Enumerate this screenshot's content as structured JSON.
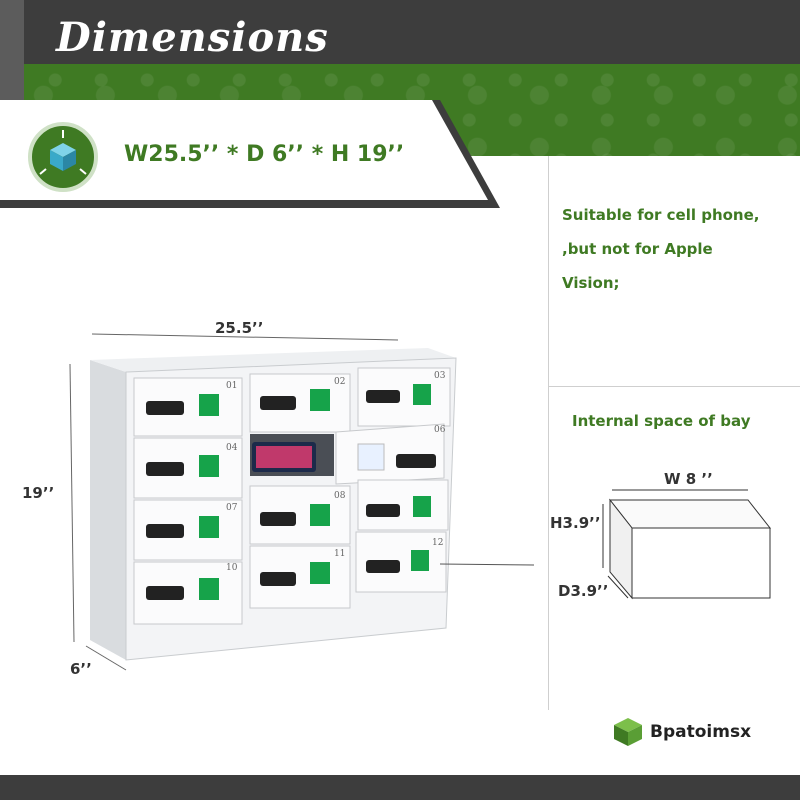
{
  "header": {
    "title": "Dimensions"
  },
  "dimensions_banner": {
    "text": "W25.5’’ * D 6’’ * H 19’’"
  },
  "note": {
    "lines": [
      "Suitable for cell phone,",
      ",but not for Apple",
      "Vision;"
    ]
  },
  "cabinet": {
    "width_label": "25.5’’",
    "height_label": "19’’",
    "depth_label": "6’’",
    "door_numbers": [
      "01",
      "02",
      "03",
      "04",
      "06",
      "07",
      "08",
      "10",
      "11",
      "12"
    ]
  },
  "bay": {
    "title": "Internal space of bay",
    "width_label": "W 8 ’’",
    "height_label": "H3.9’’",
    "depth_label": "D3.9’’"
  },
  "brand": {
    "name": "Bpatoimsx"
  },
  "colors": {
    "brand_green": "#3f7a23",
    "dark_band": "#3d3d3d",
    "lock_green": "#16a34a"
  }
}
